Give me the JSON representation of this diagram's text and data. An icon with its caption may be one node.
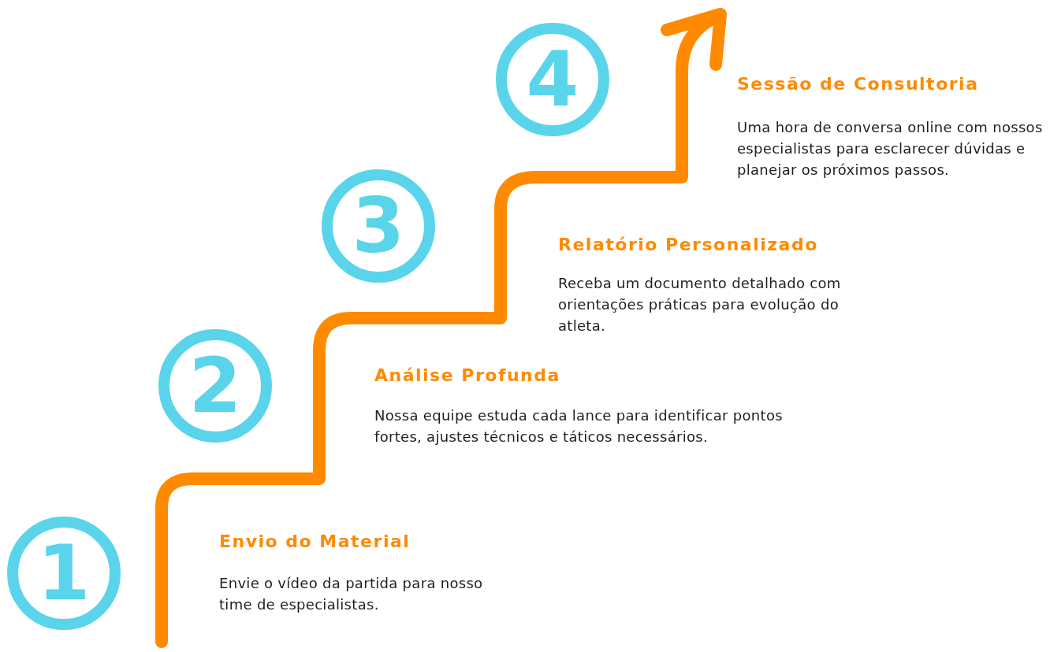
{
  "diagram": {
    "nodes": [
      {
        "text": [
          "4"
        ]
      },
      {
        "text": [
          "3"
        ]
      },
      {
        "text": [
          "2"
        ]
      },
      {
        "text": [
          "1"
        ]
      }
    ],
    "labels": [
      "Sessão de Consultoria",
      "Uma hora de conversa online com nossos especialistas para esclarecer dúvidas e planejar os próximos passos.",
      "Relatório Personalizado",
      "Receba um documento detalhado com orientações práticas para evolução do atleta.",
      "Análise Profunda",
      "Nossa equipe estuda cada lance para identificar pontos fortes, ajustes técnicos e táticos necessários.",
      "Envio do Material",
      "Envie o vídeo da partida para nosso time de especialistas."
    ]
  }
}
